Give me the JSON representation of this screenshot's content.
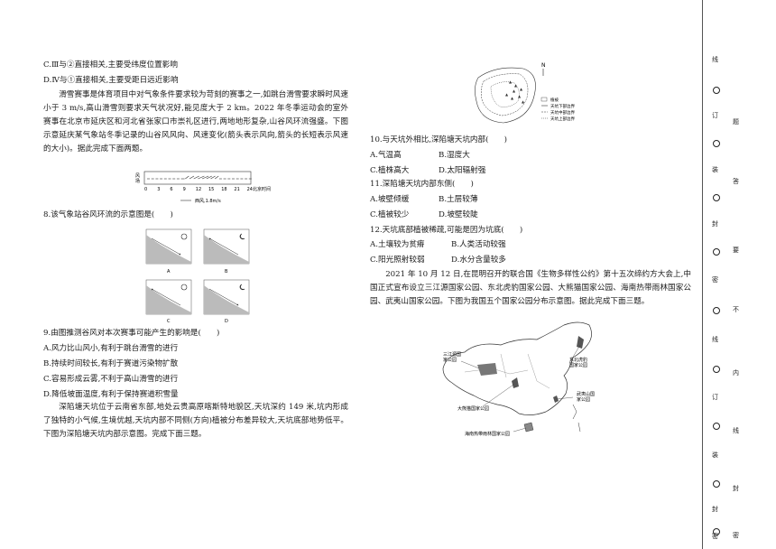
{
  "left": {
    "opt_c_prev": "C.Ⅲ与②直接相关,主要受纬度位置影响",
    "opt_d_prev": "D.Ⅳ与①直接相关,主要受距日远近影响",
    "intro_para": "滑雪赛事是体育项目中对气象条件要求较为苛刻的赛事之一,如跳台滑雪要求瞬时风速小于 3 m/s,高山滑雪则要求天气状况好,能见度大于 2 km。2022 年冬季运动会的室外赛事在北京市延庆区和河北省张家口市崇礼区进行,两地地形复杂,山谷风环流强盛。下图示意延庆某气象站冬季记录的山谷风风向、风速变化(箭头表示风向,箭头的长短表示风速的大小)。据此完成下面两题。",
    "wind_chart": {
      "y_label": "风\n场",
      "ticks": [
        "0",
        "3",
        "6",
        "9",
        "12",
        "15",
        "18",
        "21",
        "24"
      ],
      "time_label": "北京时间",
      "legend": "西风,1.8m/s"
    },
    "q8": "8.该气象站谷风环流的示意图是(　　)",
    "q8_labels": [
      "A",
      "B",
      "C",
      "D"
    ],
    "q9": "9.由图推测谷风对本次赛事可能产生的影响是(　　)",
    "q9_options": [
      "A.风力比山风小,有利于跳台滑雪的进行",
      "B.持续时间较长,有利于赛道污染物扩散",
      "C.容易形成云雾,不利于高山滑雪的进行",
      "D.降低坡面温度,有利于保持赛道积雪量"
    ],
    "tiankeng_para": "深陷塘天坑位于云南省东部,地处云贵高原喀斯特地貌区,天坑深约 149 米,坑内形成了独特的小气候,生境优越,天坑内部不同侧(方向)植被分布差异较大,天坑底部地势低平。下图为深陷塘天坑内部示意图。完成下面三题。"
  },
  "right": {
    "tk_map": {
      "north": "N",
      "legend": [
        "植被",
        "天坑下部边界",
        "天坑中部边界",
        "天坑上部边界"
      ]
    },
    "q10": "10.与天坑外相比,深陷塘天坑内部(　　)",
    "q10_options": [
      "A.气温高",
      "B.湿度大",
      "C.植株高大",
      "D.太阳辐射强"
    ],
    "q11": "11.深陷塘天坑内部东侧(　　)",
    "q11_options": [
      "A.坡壁倾缓",
      "B.土层较薄",
      "C.植被较少",
      "D.坡壁较陡"
    ],
    "q12": "12.天坑底部植被稀疏,可能是因为坑底(　　)",
    "q12_options": [
      "A.土壤较为贫瘠",
      "B.人类活动较强",
      "C.阳光照射较弱",
      "D.水分含量较多"
    ],
    "park_para": "2021 年 10 月 12 日,在昆明召开的联合国《生物多样性公约》第十五次缔约方大会上,中国正式宣布设立三江源国家公园、东北虎豹国家公园、大熊猫国家公园、海南热带雨林国家公园、武夷山国家公园。下图为我国五个国家公园分布示意图。据此完成下面三题。",
    "park_map": {
      "labels": [
        "三江源国\n家公园",
        "东北虎豹\n国家公园",
        "武夷山国\n家公园",
        "大熊猫国家公园",
        "海南热带雨林国家公园"
      ]
    }
  },
  "binding": {
    "marks": [
      "线",
      "订",
      "装",
      "封",
      "密",
      "线",
      "订",
      "装",
      "封",
      "密"
    ],
    "words": [
      "题",
      "答",
      "要",
      "不",
      "内",
      "线",
      "封",
      "密"
    ]
  }
}
